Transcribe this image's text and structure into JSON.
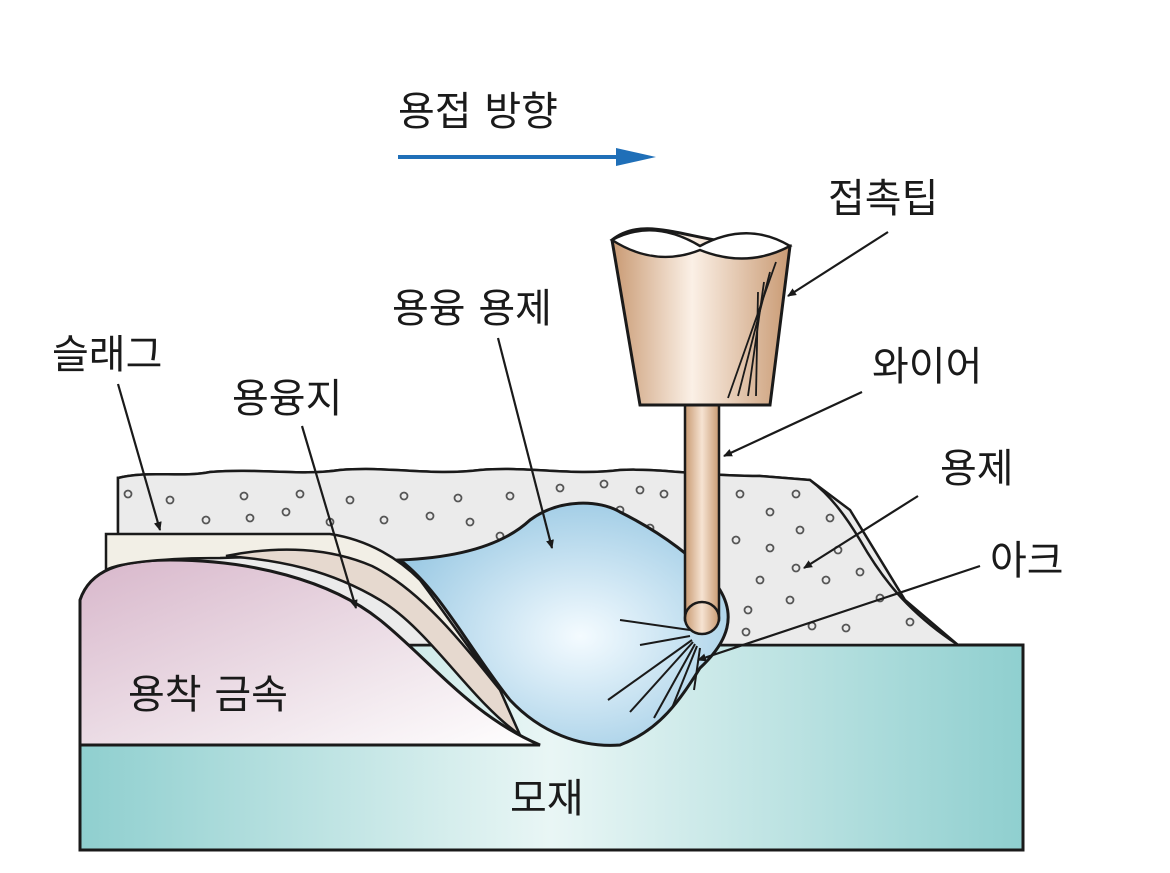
{
  "labels": {
    "direction": "용접 방향",
    "contact_tip": "접촉팁",
    "molten_flux": "용융 용제",
    "slag": "슬래그",
    "molten_pool": "용융지",
    "wire": "와이어",
    "flux": "용제",
    "arc": "아크",
    "deposited_metal": "용착 금속",
    "base_metal": "모재"
  },
  "colors": {
    "arrow": "#1f6fb8",
    "base_metal": "#9fd5d3",
    "deposited_metal": "#d8bfd0",
    "molten_pool": "#a9d3ea",
    "flux": "#ececec",
    "contact_tip": "#d7a882",
    "wire": "#d9b08e"
  }
}
